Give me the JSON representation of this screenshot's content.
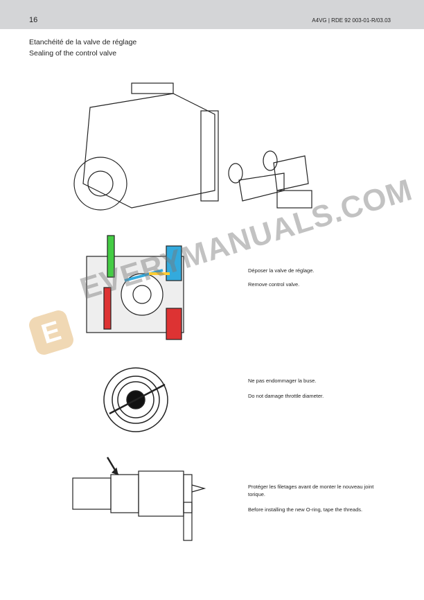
{
  "header": {
    "page_number": "16",
    "reference": "A4VG | RDE 92 003-01-R/03.03"
  },
  "title": {
    "fr": "Etanchéité de la valve de réglage",
    "en": "Sealing of the control valve"
  },
  "steps": [
    {
      "fr": "Déposer la valve de réglage.",
      "en": "Remove control valve."
    },
    {
      "fr": "Ne pas endommager la buse.",
      "en": "Do not damage throttle diameter."
    },
    {
      "fr": "Protéger les filetages avant de monter le nouveau joint torique.",
      "en": "Before installing the new O-ring, tape the threads."
    }
  ],
  "watermark": {
    "text": "EVERYMANUALS.COM",
    "logo": "E"
  }
}
